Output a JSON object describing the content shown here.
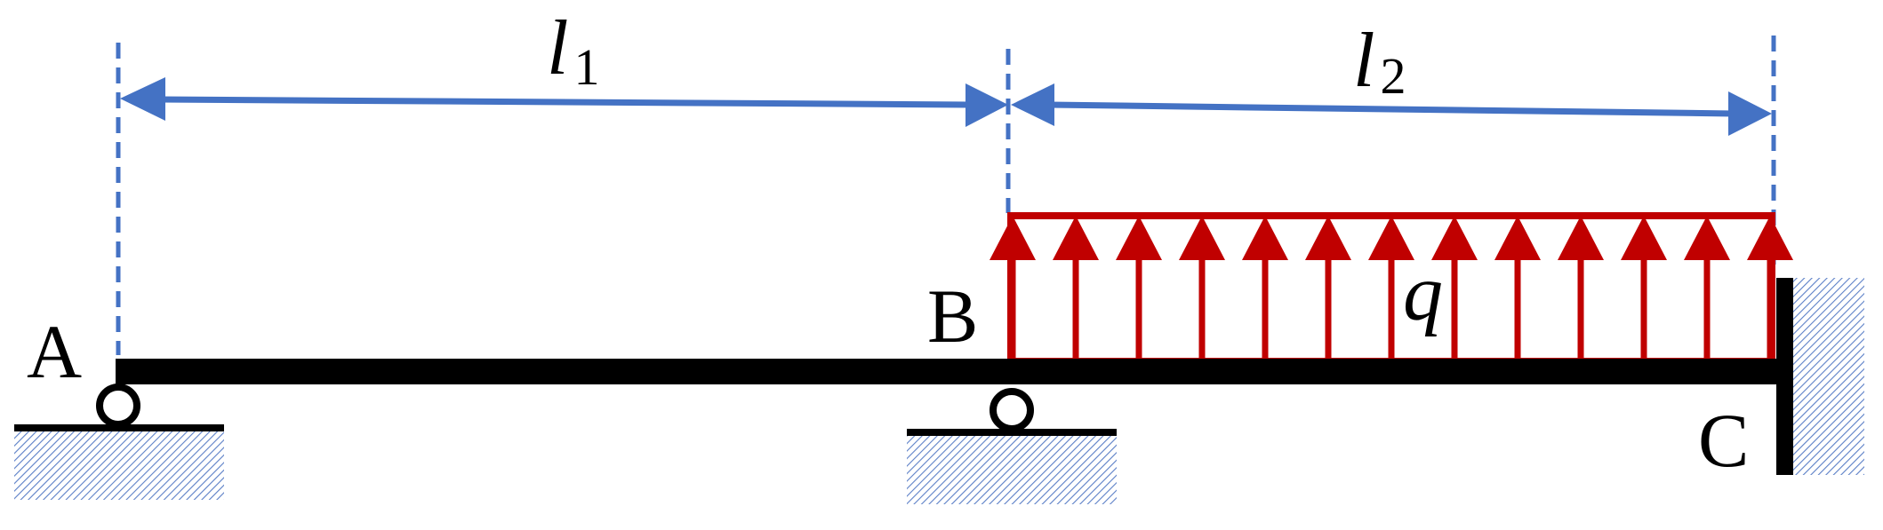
{
  "labels": {
    "point_a": "A",
    "point_b": "B",
    "point_c": "C",
    "span_1_symbol": "l",
    "span_1_subscript": "1",
    "span_2_symbol": "l",
    "span_2_subscript": "2",
    "load_symbol": "q"
  },
  "colors": {
    "beam": "#000000",
    "dimension": "#4472c4",
    "load": "#c00000",
    "hatch": "#5b7fc7"
  },
  "load": {
    "arrow_count": 13,
    "direction": "up"
  }
}
